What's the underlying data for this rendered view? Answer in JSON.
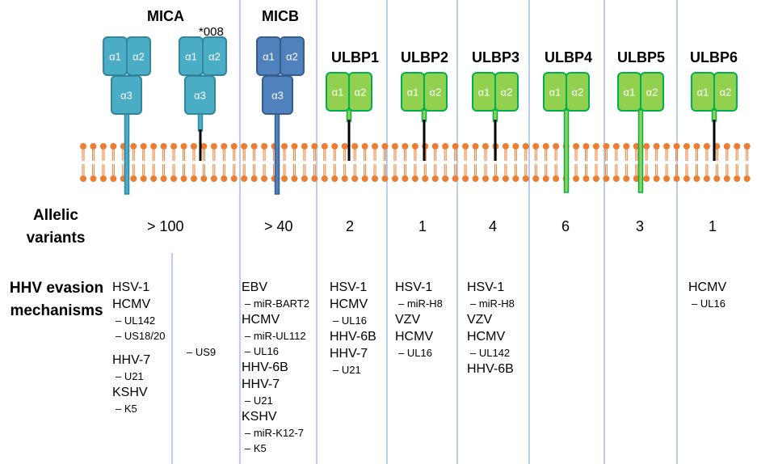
{
  "columns": [
    {
      "id": "mica",
      "name": "MICA",
      "variant_count": "> 100",
      "color": "#4bacc6"
    },
    {
      "id": "micb",
      "name": "MICB",
      "variant_count": "> 40",
      "color": "#4f81bd"
    },
    {
      "id": "ulbp1",
      "name": "ULBP1",
      "variant_count": "2",
      "color": "#92d050"
    },
    {
      "id": "ulbp2",
      "name": "ULBP2",
      "variant_count": "1",
      "color": "#92d050"
    },
    {
      "id": "ulbp3",
      "name": "ULBP3",
      "variant_count": "4",
      "color": "#92d050"
    },
    {
      "id": "ulbp4",
      "name": "ULBP4",
      "variant_count": "6",
      "color": "#92d050"
    },
    {
      "id": "ulbp5",
      "name": "ULBP5",
      "variant_count": "3",
      "color": "#92d050"
    },
    {
      "id": "ulbp6",
      "name": "ULBP6",
      "variant_count": "1",
      "color": "#92d050"
    }
  ],
  "mica_allele_label": "*008",
  "domains": {
    "a1": "α1",
    "a2": "α2",
    "a3": "α3"
  },
  "row_labels": {
    "allelic": [
      "Allelic",
      "variants"
    ],
    "evasion": [
      "HHV evasion",
      "mechanisms"
    ]
  },
  "mechanisms": {
    "mica": [
      {
        "virus": "HSV-1",
        "items": []
      },
      {
        "virus": "HCMV",
        "items": [
          "– UL142",
          "– US18/20"
        ]
      },
      {
        "virus": "HHV-7",
        "items": [
          "– U21"
        ]
      },
      {
        "virus": "KSHV",
        "items": [
          "– K5"
        ]
      }
    ],
    "mica_008": [
      {
        "virus": "",
        "items": [
          "– US9"
        ]
      }
    ],
    "micb": [
      {
        "virus": "EBV",
        "items": [
          "– miR-BART2"
        ]
      },
      {
        "virus": "HCMV",
        "items": [
          "– miR-UL112",
          "– UL16"
        ]
      },
      {
        "virus": "HHV-6B",
        "items": []
      },
      {
        "virus": "HHV-7",
        "items": [
          "– U21"
        ]
      },
      {
        "virus": "KSHV",
        "items": [
          "– miR-K12-7",
          "– K5"
        ]
      }
    ],
    "ulbp1": [
      {
        "virus": "HSV-1",
        "items": []
      },
      {
        "virus": "HCMV",
        "items": [
          "– UL16"
        ]
      },
      {
        "virus": "HHV-6B",
        "items": []
      },
      {
        "virus": "HHV-7",
        "items": [
          "– U21"
        ]
      }
    ],
    "ulbp2": [
      {
        "virus": "HSV-1",
        "items": [
          "– miR-H8"
        ]
      },
      {
        "virus": "VZV",
        "items": []
      },
      {
        "virus": "HCMV",
        "items": [
          "– UL16"
        ]
      }
    ],
    "ulbp3": [
      {
        "virus": "HSV-1",
        "items": [
          "– miR-H8"
        ]
      },
      {
        "virus": "VZV",
        "items": []
      },
      {
        "virus": "HCMV",
        "items": [
          "– UL142"
        ]
      },
      {
        "virus": "HHV-6B",
        "items": []
      }
    ],
    "ulbp6": [
      {
        "virus": "HCMV",
        "items": [
          "– UL16"
        ]
      }
    ]
  }
}
